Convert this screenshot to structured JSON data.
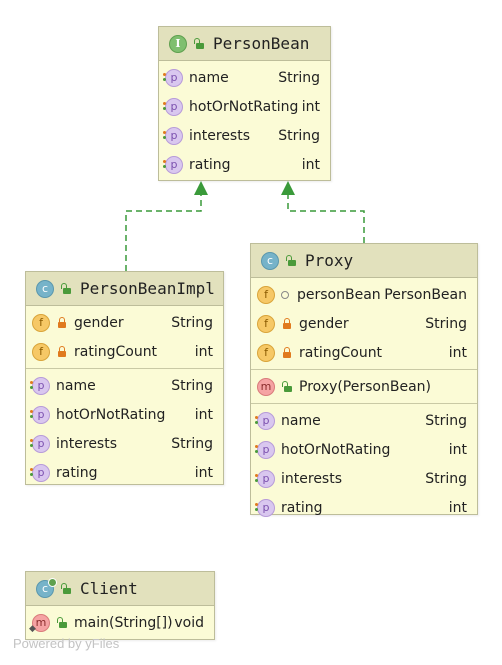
{
  "diagram": {
    "watermark": "Powered by yFiles",
    "colors": {
      "box_fill": "#fbfbd6",
      "header_fill": "#e2e1bd",
      "edge": "#3a9a3a"
    },
    "nodes": {
      "person_bean": {
        "kind": "interface",
        "badge": "I",
        "title": "PersonBean",
        "members": [
          {
            "badge": "p",
            "name": "name",
            "type": "String"
          },
          {
            "badge": "p",
            "name": "hotOrNotRating",
            "type": "int"
          },
          {
            "badge": "p",
            "name": "interests",
            "type": "String"
          },
          {
            "badge": "p",
            "name": "rating",
            "type": "int"
          }
        ]
      },
      "person_bean_impl": {
        "kind": "class",
        "badge": "c",
        "title": "PersonBeanImpl",
        "fields": [
          {
            "badge": "f",
            "name": "gender",
            "type": "String"
          },
          {
            "badge": "f",
            "name": "ratingCount",
            "type": "int"
          }
        ],
        "properties": [
          {
            "badge": "p",
            "name": "name",
            "type": "String"
          },
          {
            "badge": "p",
            "name": "hotOrNotRating",
            "type": "int"
          },
          {
            "badge": "p",
            "name": "interests",
            "type": "String"
          },
          {
            "badge": "p",
            "name": "rating",
            "type": "int"
          }
        ]
      },
      "proxy": {
        "kind": "class",
        "badge": "c",
        "title": "Proxy",
        "fields": [
          {
            "badge": "f",
            "name": "personBean",
            "type": "PersonBean"
          },
          {
            "badge": "f",
            "name": "gender",
            "type": "String"
          },
          {
            "badge": "f",
            "name": "ratingCount",
            "type": "int"
          }
        ],
        "methods": [
          {
            "badge": "m",
            "name": "Proxy(PersonBean)",
            "type": ""
          }
        ],
        "properties": [
          {
            "badge": "p",
            "name": "name",
            "type": "String"
          },
          {
            "badge": "p",
            "name": "hotOrNotRating",
            "type": "int"
          },
          {
            "badge": "p",
            "name": "interests",
            "type": "String"
          },
          {
            "badge": "p",
            "name": "rating",
            "type": "int"
          }
        ]
      },
      "client": {
        "kind": "class",
        "badge": "c",
        "title": "Client",
        "methods": [
          {
            "badge": "m",
            "name": "main(String[])",
            "type": "void"
          }
        ]
      }
    },
    "edges": [
      {
        "from": "person_bean_impl",
        "to": "person_bean",
        "type": "implements"
      },
      {
        "from": "proxy",
        "to": "person_bean",
        "type": "implements"
      }
    ]
  }
}
